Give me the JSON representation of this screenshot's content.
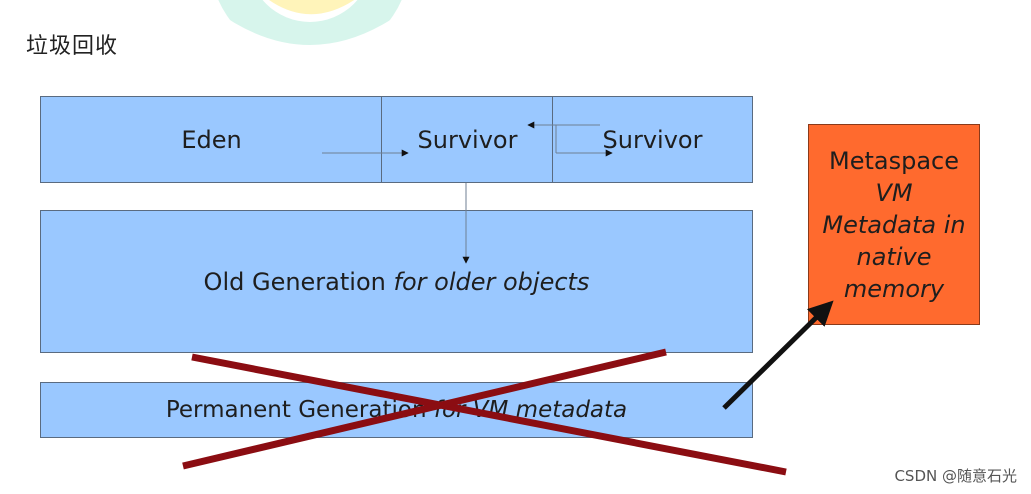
{
  "heading": "垃圾回收",
  "boxes": {
    "eden": "Eden",
    "survivor_from": "Survivor",
    "survivor_to": "Survivor",
    "old_gen_main": "Old Generation",
    "old_gen_italic": "for older objects",
    "perm_gen_main": "Permanent Generation",
    "perm_gen_italic": "for VM metadata",
    "metaspace_title": "Metaspace",
    "metaspace_line1": "VM",
    "metaspace_line2": "Metadata in",
    "metaspace_line3": "native",
    "metaspace_line4": "memory"
  },
  "colors": {
    "heap_box": "#9ac8ff",
    "metaspace_box": "#ff6a2e",
    "cross": "#8b0d12",
    "watermark": "#8fe3d0",
    "watermark_accent": "#ffe37a"
  },
  "credit": "CSDN @随意石光"
}
